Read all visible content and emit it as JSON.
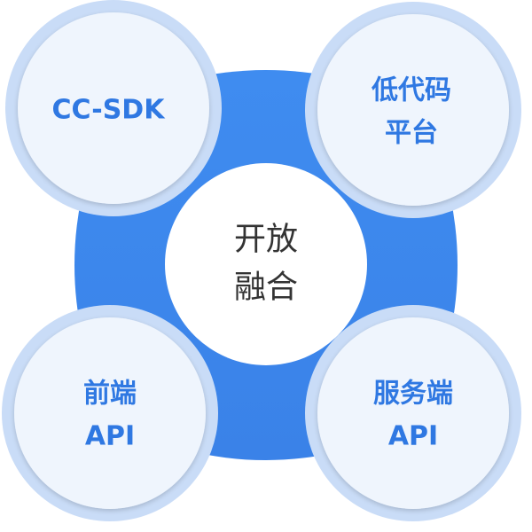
{
  "center": {
    "lines": [
      "开放",
      "融合"
    ]
  },
  "nodes": [
    {
      "id": "cc-sdk",
      "lines": [
        "CC-SDK"
      ]
    },
    {
      "id": "low-code",
      "lines": [
        "低代码",
        "平台"
      ]
    },
    {
      "id": "frontend-api",
      "lines": [
        "前端",
        "API"
      ]
    },
    {
      "id": "backend-api",
      "lines": [
        "服务端",
        "API"
      ]
    }
  ],
  "colors": {
    "blob": "#3a86ec",
    "ring": "#c9dcf7",
    "node_fill": "#eff5fd",
    "node_text": "#2f78e2",
    "center_fill": "#ffffff",
    "center_text": "#333333"
  }
}
